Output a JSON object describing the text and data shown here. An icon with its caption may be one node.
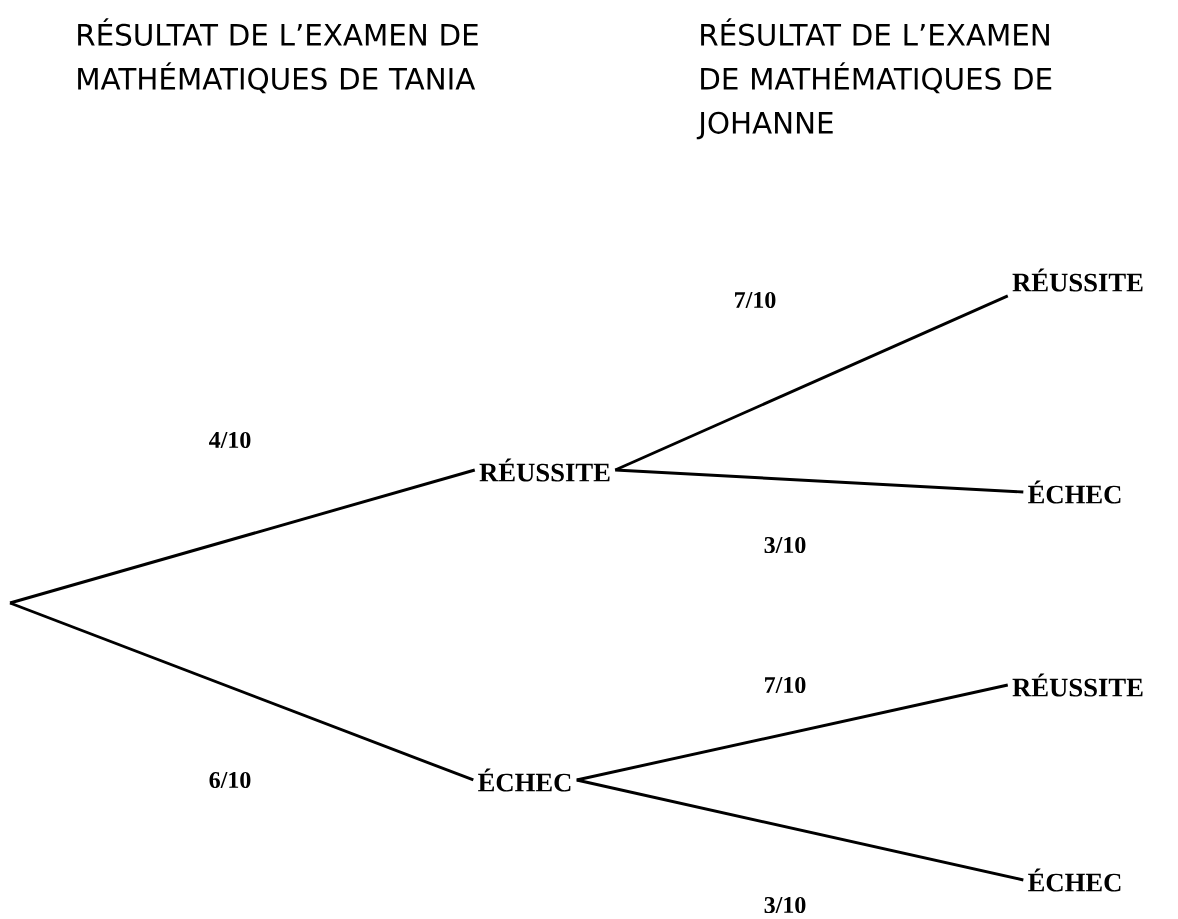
{
  "diagram": {
    "nodes": [
      {
        "text": [
          "RÉUSSITE"
        ]
      },
      {
        "text": [
          "ÉCHEC"
        ]
      },
      {
        "text": [
          "RÉUSSITE"
        ]
      },
      {
        "text": [
          "ÉCHEC"
        ]
      },
      {
        "text": [
          "RÉUSSITE"
        ]
      },
      {
        "text": [
          "ÉCHEC"
        ]
      }
    ],
    "edges": [
      {
        "from": null,
        "to": 0,
        "arrow": "none",
        "label": "4/10"
      },
      {
        "from": null,
        "to": 1,
        "arrow": "none",
        "label": "6/10"
      },
      {
        "from": 0,
        "to": 2,
        "arrow": "none",
        "label": "7/10"
      },
      {
        "from": 0,
        "to": 3,
        "arrow": "none",
        "label": "3/10"
      },
      {
        "from": 1,
        "to": 4,
        "arrow": "none",
        "label": "7/10"
      },
      {
        "from": 1,
        "to": 5,
        "arrow": "none",
        "label": "3/10"
      }
    ],
    "labels": [
      "RÉSULTAT DE L’EXAMEN DE MATHÉMATIQUES DE TANIA",
      "RÉSULTAT DE L’EXAMEN DE MATHÉMATIQUES DE JOHANNE"
    ]
  }
}
